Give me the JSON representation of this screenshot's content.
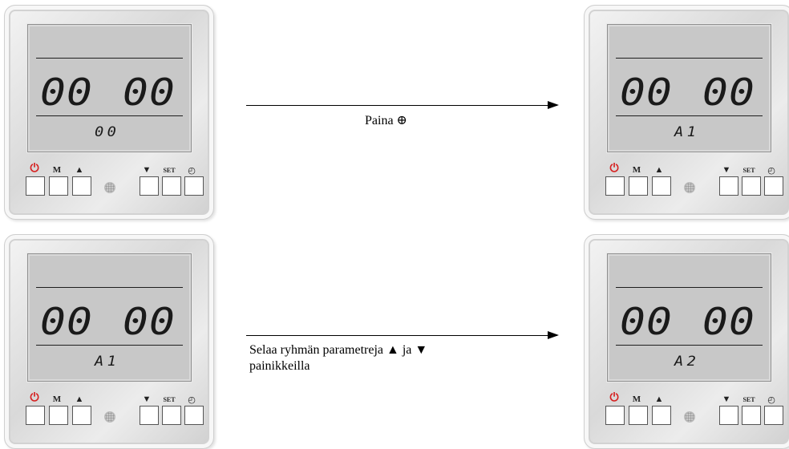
{
  "panels": [
    {
      "big_left": "00",
      "big_right": "00",
      "small": "00"
    },
    {
      "big_left": "00",
      "big_right": "00",
      "small": "A1"
    },
    {
      "big_left": "00",
      "big_right": "00",
      "small": "A1"
    },
    {
      "big_left": "00",
      "big_right": "00",
      "small": "A2"
    }
  ],
  "buttons": {
    "m": "M",
    "up": "▲",
    "down": "▼",
    "set": "SET",
    "power_glyph": "⏻",
    "clock_glyph": "◴"
  },
  "steps": [
    {
      "text": "Paina ⊕"
    },
    {
      "line1": "Selaa ryhmän parametreja ▲ ja ▼",
      "line2": "painikkeilla"
    }
  ],
  "colors": {
    "lcd": "#c8c8c8",
    "power": "#d62020",
    "frame": "#e2e2e2"
  }
}
